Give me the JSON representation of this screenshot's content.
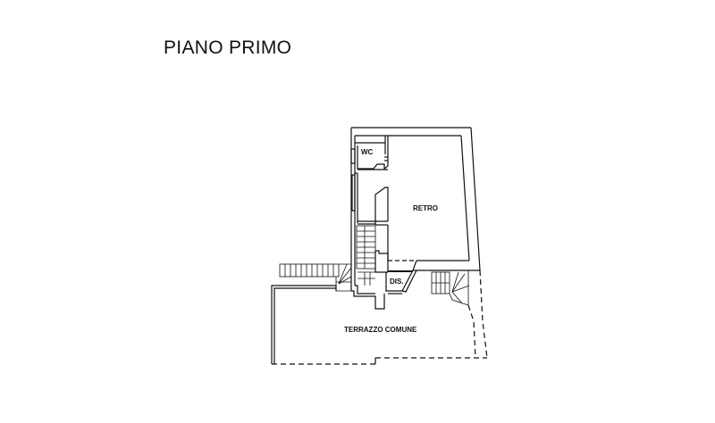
{
  "title": "PIANO PRIMO",
  "rooms": {
    "wc": "WC",
    "retro": "RETRO",
    "dis": "DIS.",
    "terrazzo": "TERRAZZO COMUNE"
  },
  "colors": {
    "line": "#111111",
    "background": "#ffffff"
  }
}
